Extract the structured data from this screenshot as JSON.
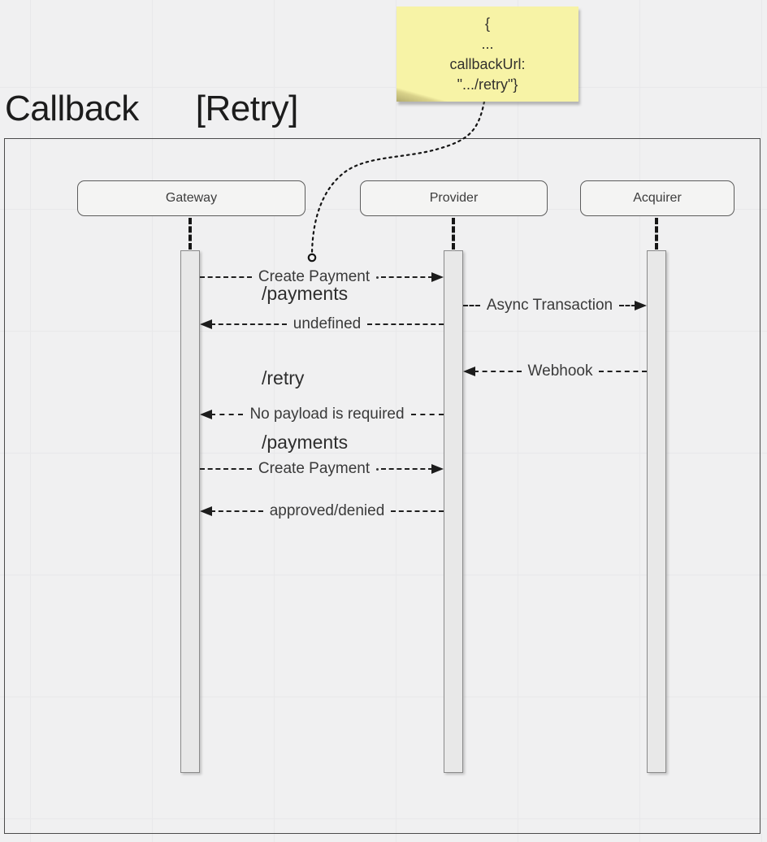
{
  "canvas": {
    "background_color": "#f0f0f1",
    "grid_line_color": "#e8e8ea"
  },
  "title": {
    "name": "Callback",
    "condition": "[Retry]"
  },
  "note": {
    "color": "#f7f3a6",
    "lines": [
      "{",
      "...",
      "callbackUrl:",
      "\".../retry\"}"
    ]
  },
  "actors": [
    {
      "name": "Gateway"
    },
    {
      "name": "Provider"
    },
    {
      "name": "Acquirer"
    }
  ],
  "free_labels": [
    {
      "text": "/payments"
    },
    {
      "text": "/retry"
    },
    {
      "text": "/payments"
    }
  ],
  "messages": [
    {
      "label": "Create Payment",
      "from": "Gateway",
      "to": "Provider",
      "direction": "right",
      "style": "dashed"
    },
    {
      "label": "Async Transaction",
      "from": "Provider",
      "to": "Acquirer",
      "direction": "right",
      "style": "dashed"
    },
    {
      "label": "undefined",
      "from": "Provider",
      "to": "Gateway",
      "direction": "left",
      "style": "dashed"
    },
    {
      "label": "Webhook",
      "from": "Acquirer",
      "to": "Provider",
      "direction": "left",
      "style": "dashed"
    },
    {
      "label": "No payload is required",
      "from": "Provider",
      "to": "Gateway",
      "direction": "left",
      "style": "dashed"
    },
    {
      "label": "Create Payment",
      "from": "Gateway",
      "to": "Provider",
      "direction": "right",
      "style": "dashed"
    },
    {
      "label": "approved/denied",
      "from": "Provider",
      "to": "Gateway",
      "direction": "left",
      "style": "dashed"
    }
  ]
}
